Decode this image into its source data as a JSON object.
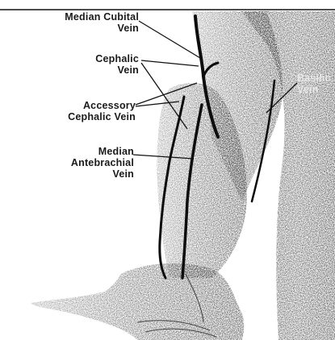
{
  "diagram": {
    "labels": {
      "median_cubital": {
        "line1": "Median Cubital",
        "line2": "Vein"
      },
      "cephalic": {
        "line1": "Cephalic",
        "line2": "Vein"
      },
      "accessory_cephalic": {
        "line1": "Accessory",
        "line2": "Cephalic Vein"
      },
      "median_antebrachial": {
        "line1": "Median",
        "line2": "Antebrachial",
        "line3": "Vein"
      },
      "basilic": {
        "line1": "Basilic",
        "line2": "Vein"
      }
    },
    "colors": {
      "skin_dark": "#2b2b2b",
      "skin_mid": "#555555",
      "vein": "#111111",
      "background": "#ffffff"
    }
  }
}
